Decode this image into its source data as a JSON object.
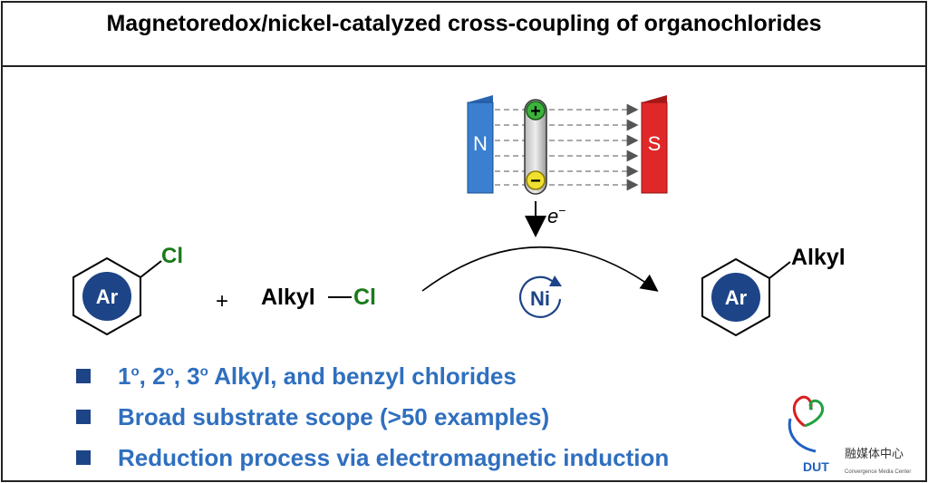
{
  "title": "Magnetoredox/nickel-catalyzed cross-coupling of organochlorides",
  "magnet": {
    "north": "N",
    "south": "S",
    "plus": "+",
    "minus": "−",
    "electron": "e",
    "electron_sup": "−"
  },
  "reactants": {
    "aryl_label": "Ar",
    "aryl_sub": "Cl",
    "plus": "+",
    "alkyl": "Alkyl",
    "alkyl_sub": "Cl"
  },
  "catalyst": "Ni",
  "product": {
    "aryl_label": "Ar",
    "alkyl": "Alkyl"
  },
  "bullets": [
    {
      "pre": "1",
      "s1": "o",
      "m1": ", 2",
      "s2": "o",
      "m2": ", 3",
      "s3": "o",
      "post": " Alkyl, and benzyl chlorides"
    },
    {
      "text": "Broad substrate scope (>50 examples)"
    },
    {
      "text": "Reduction process via electromagnetic induction"
    }
  ],
  "logo": {
    "text": "DUT",
    "cn": "融媒体中心",
    "en": "Convergence Media Center"
  },
  "colors": {
    "blue_accent": "#2f6fbf",
    "navy": "#1d4486",
    "green": "#1a7a1a",
    "magnet_n": "#2f6fbf",
    "magnet_s": "#e02020"
  }
}
